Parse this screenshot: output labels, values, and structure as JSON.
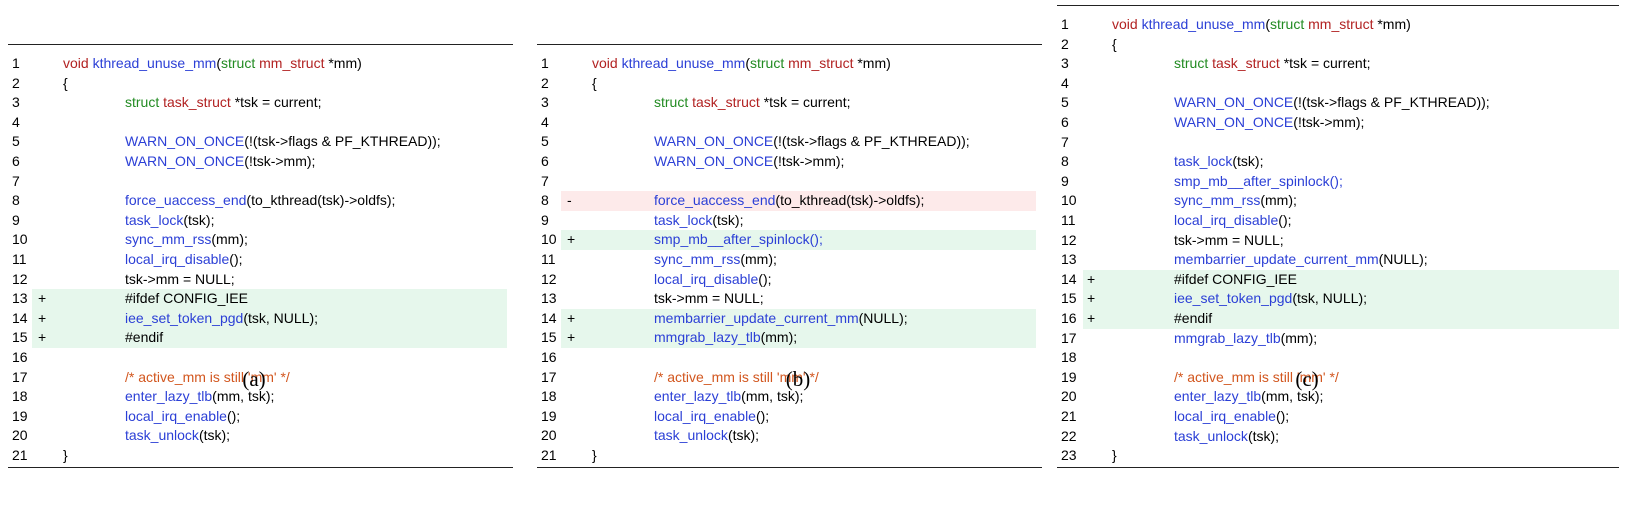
{
  "panels": [
    {
      "caption": "(a)",
      "lines": [
        {
          "n": "1",
          "m": "",
          "t": "",
          "indent": 0,
          "tokens": [
            [
              "void ",
              "kw"
            ],
            [
              "kthread_unuse_mm",
              "fn"
            ],
            [
              "(",
              "tx"
            ],
            [
              "struct ",
              "ty"
            ],
            [
              "mm_struct ",
              "kw"
            ],
            [
              "*mm)",
              "tx"
            ]
          ]
        },
        {
          "n": "2",
          "m": "",
          "t": "",
          "indent": 0,
          "tokens": [
            [
              "{",
              "tx"
            ]
          ]
        },
        {
          "n": "3",
          "m": "",
          "t": "",
          "indent": 1,
          "tokens": [
            [
              "struct ",
              "ty"
            ],
            [
              "task_struct ",
              "kw"
            ],
            [
              "*tsk = current;",
              "tx"
            ]
          ]
        },
        {
          "n": "4",
          "m": "",
          "t": "",
          "indent": 1,
          "tokens": []
        },
        {
          "n": "5",
          "m": "",
          "t": "",
          "indent": 1,
          "tokens": [
            [
              "WARN_ON_ONCE",
              "fn"
            ],
            [
              "(!(tsk->flags & PF_KTHREAD));",
              "tx"
            ]
          ]
        },
        {
          "n": "6",
          "m": "",
          "t": "",
          "indent": 1,
          "tokens": [
            [
              "WARN_ON_ONCE",
              "fn"
            ],
            [
              "(!tsk->mm);",
              "tx"
            ]
          ]
        },
        {
          "n": "7",
          "m": "",
          "t": "",
          "indent": 1,
          "tokens": []
        },
        {
          "n": "8",
          "m": "",
          "t": "",
          "indent": 1,
          "tokens": [
            [
              "force_uaccess_end",
              "fn"
            ],
            [
              "(to_kthread(tsk)->oldfs);",
              "tx"
            ]
          ]
        },
        {
          "n": "9",
          "m": "",
          "t": "",
          "indent": 1,
          "tokens": [
            [
              "task_lock",
              "fn"
            ],
            [
              "(tsk);",
              "tx"
            ]
          ]
        },
        {
          "n": "10",
          "m": "",
          "t": "",
          "indent": 1,
          "tokens": [
            [
              "sync_mm_rss",
              "fn"
            ],
            [
              "(mm);",
              "tx"
            ]
          ]
        },
        {
          "n": "11",
          "m": "",
          "t": "",
          "indent": 1,
          "tokens": [
            [
              "local_irq_disable",
              "fn"
            ],
            [
              "();",
              "tx"
            ]
          ]
        },
        {
          "n": "12",
          "m": "",
          "t": "",
          "indent": 1,
          "tokens": [
            [
              "tsk->mm = NULL;",
              "tx"
            ]
          ]
        },
        {
          "n": "13",
          "m": "+",
          "t": "add",
          "indent": 1,
          "tokens": [
            [
              "#ifdef CONFIG_IEE",
              "tx"
            ]
          ]
        },
        {
          "n": "14",
          "m": "+",
          "t": "add",
          "indent": 1,
          "tokens": [
            [
              "iee_set_token_pgd",
              "fn"
            ],
            [
              "(tsk, NULL);",
              "tx"
            ]
          ]
        },
        {
          "n": "15",
          "m": "+",
          "t": "add",
          "indent": 1,
          "tokens": [
            [
              "#endif",
              "tx"
            ]
          ]
        },
        {
          "n": "16",
          "m": "",
          "t": "",
          "indent": 1,
          "tokens": []
        },
        {
          "n": "17",
          "m": "",
          "t": "",
          "indent": 1,
          "tokens": [
            [
              "/* active_mm is still 'mm' */",
              "cm"
            ]
          ]
        },
        {
          "n": "18",
          "m": "",
          "t": "",
          "indent": 1,
          "tokens": [
            [
              "enter_lazy_tlb",
              "fn"
            ],
            [
              "(mm, tsk);",
              "tx"
            ]
          ]
        },
        {
          "n": "19",
          "m": "",
          "t": "",
          "indent": 1,
          "tokens": [
            [
              "local_irq_enable",
              "fn"
            ],
            [
              "();",
              "tx"
            ]
          ]
        },
        {
          "n": "20",
          "m": "",
          "t": "",
          "indent": 1,
          "tokens": [
            [
              "task_unlock",
              "fn"
            ],
            [
              "(tsk);",
              "tx"
            ]
          ]
        },
        {
          "n": "21",
          "m": "",
          "t": "",
          "indent": 0,
          "tokens": [
            [
              "}",
              "tx"
            ]
          ]
        }
      ]
    },
    {
      "caption": "(b)",
      "lines": [
        {
          "n": "1",
          "m": "",
          "t": "",
          "indent": 0,
          "tokens": [
            [
              "void ",
              "kw"
            ],
            [
              "kthread_unuse_mm",
              "fn"
            ],
            [
              "(",
              "tx"
            ],
            [
              "struct ",
              "ty"
            ],
            [
              "mm_struct ",
              "kw"
            ],
            [
              "*mm)",
              "tx"
            ]
          ]
        },
        {
          "n": "2",
          "m": "",
          "t": "",
          "indent": 0,
          "tokens": [
            [
              "{",
              "tx"
            ]
          ]
        },
        {
          "n": "3",
          "m": "",
          "t": "",
          "indent": 1,
          "tokens": [
            [
              "struct ",
              "ty"
            ],
            [
              "task_struct ",
              "kw"
            ],
            [
              "*tsk = current;",
              "tx"
            ]
          ]
        },
        {
          "n": "4",
          "m": "",
          "t": "",
          "indent": 1,
          "tokens": []
        },
        {
          "n": "5",
          "m": "",
          "t": "",
          "indent": 1,
          "tokens": [
            [
              "WARN_ON_ONCE",
              "fn"
            ],
            [
              "(!(tsk->flags & PF_KTHREAD));",
              "tx"
            ]
          ]
        },
        {
          "n": "6",
          "m": "",
          "t": "",
          "indent": 1,
          "tokens": [
            [
              "WARN_ON_ONCE",
              "fn"
            ],
            [
              "(!tsk->mm);",
              "tx"
            ]
          ]
        },
        {
          "n": "7",
          "m": "",
          "t": "",
          "indent": 1,
          "tokens": []
        },
        {
          "n": "8",
          "m": "-",
          "t": "del",
          "indent": 1,
          "tokens": [
            [
              "force_uaccess_end",
              "fn"
            ],
            [
              "(to_kthread(tsk)->oldfs);",
              "tx"
            ]
          ]
        },
        {
          "n": "9",
          "m": "",
          "t": "",
          "indent": 1,
          "tokens": [
            [
              "task_lock",
              "fn"
            ],
            [
              "(tsk);",
              "tx"
            ]
          ]
        },
        {
          "n": "10",
          "m": "+",
          "t": "add",
          "indent": 1,
          "tokens": [
            [
              "smp_mb__after_spinlock();",
              "fn"
            ]
          ]
        },
        {
          "n": "11",
          "m": "",
          "t": "",
          "indent": 1,
          "tokens": [
            [
              "sync_mm_rss",
              "fn"
            ],
            [
              "(mm);",
              "tx"
            ]
          ]
        },
        {
          "n": "12",
          "m": "",
          "t": "",
          "indent": 1,
          "tokens": [
            [
              "local_irq_disable",
              "fn"
            ],
            [
              "();",
              "tx"
            ]
          ]
        },
        {
          "n": "13",
          "m": "",
          "t": "",
          "indent": 1,
          "tokens": [
            [
              "tsk->mm = NULL;",
              "tx"
            ]
          ]
        },
        {
          "n": "14",
          "m": "+",
          "t": "add",
          "indent": 1,
          "tokens": [
            [
              "membarrier_update_current_mm",
              "fn"
            ],
            [
              "(NULL);",
              "tx"
            ]
          ]
        },
        {
          "n": "15",
          "m": "+",
          "t": "add",
          "indent": 1,
          "tokens": [
            [
              "mmgrab_lazy_tlb",
              "fn"
            ],
            [
              "(mm);",
              "tx"
            ]
          ]
        },
        {
          "n": "16",
          "m": "",
          "t": "",
          "indent": 1,
          "tokens": []
        },
        {
          "n": "17",
          "m": "",
          "t": "",
          "indent": 1,
          "tokens": [
            [
              "/* active_mm is still 'mm' */",
              "cm"
            ]
          ]
        },
        {
          "n": "18",
          "m": "",
          "t": "",
          "indent": 1,
          "tokens": [
            [
              "enter_lazy_tlb",
              "fn"
            ],
            [
              "(mm, tsk);",
              "tx"
            ]
          ]
        },
        {
          "n": "19",
          "m": "",
          "t": "",
          "indent": 1,
          "tokens": [
            [
              "local_irq_enable",
              "fn"
            ],
            [
              "();",
              "tx"
            ]
          ]
        },
        {
          "n": "20",
          "m": "",
          "t": "",
          "indent": 1,
          "tokens": [
            [
              "task_unlock",
              "fn"
            ],
            [
              "(tsk);",
              "tx"
            ]
          ]
        },
        {
          "n": "21",
          "m": "",
          "t": "",
          "indent": 0,
          "tokens": [
            [
              "}",
              "tx"
            ]
          ]
        }
      ]
    },
    {
      "caption": "(c)",
      "lines": [
        {
          "n": "1",
          "m": "",
          "t": "",
          "indent": 0,
          "tokens": [
            [
              "void ",
              "kw"
            ],
            [
              "kthread_unuse_mm",
              "fn"
            ],
            [
              "(",
              "tx"
            ],
            [
              "struct ",
              "ty"
            ],
            [
              "mm_struct ",
              "kw"
            ],
            [
              "*mm)",
              "tx"
            ]
          ]
        },
        {
          "n": "2",
          "m": "",
          "t": "",
          "indent": 0,
          "tokens": [
            [
              "{",
              "tx"
            ]
          ]
        },
        {
          "n": "3",
          "m": "",
          "t": "",
          "indent": 1,
          "tokens": [
            [
              "struct ",
              "ty"
            ],
            [
              "task_struct ",
              "kw"
            ],
            [
              "*tsk = current;",
              "tx"
            ]
          ]
        },
        {
          "n": "4",
          "m": "",
          "t": "",
          "indent": 1,
          "tokens": []
        },
        {
          "n": "5",
          "m": "",
          "t": "",
          "indent": 1,
          "tokens": [
            [
              "WARN_ON_ONCE",
              "fn"
            ],
            [
              "(!(tsk->flags & PF_KTHREAD));",
              "tx"
            ]
          ]
        },
        {
          "n": "6",
          "m": "",
          "t": "",
          "indent": 1,
          "tokens": [
            [
              "WARN_ON_ONCE",
              "fn"
            ],
            [
              "(!tsk->mm);",
              "tx"
            ]
          ]
        },
        {
          "n": "7",
          "m": "",
          "t": "",
          "indent": 1,
          "tokens": []
        },
        {
          "n": "8",
          "m": "",
          "t": "",
          "indent": 1,
          "tokens": [
            [
              "task_lock",
              "fn"
            ],
            [
              "(tsk);",
              "tx"
            ]
          ]
        },
        {
          "n": "9",
          "m": "",
          "t": "",
          "indent": 1,
          "tokens": [
            [
              "smp_mb__after_spinlock();",
              "fn"
            ]
          ]
        },
        {
          "n": "10",
          "m": "",
          "t": "",
          "indent": 1,
          "tokens": [
            [
              "sync_mm_rss",
              "fn"
            ],
            [
              "(mm);",
              "tx"
            ]
          ]
        },
        {
          "n": "11",
          "m": "",
          "t": "",
          "indent": 1,
          "tokens": [
            [
              "local_irq_disable",
              "fn"
            ],
            [
              "();",
              "tx"
            ]
          ]
        },
        {
          "n": "12",
          "m": "",
          "t": "",
          "indent": 1,
          "tokens": [
            [
              "tsk->mm = NULL;",
              "tx"
            ]
          ]
        },
        {
          "n": "13",
          "m": "",
          "t": "",
          "indent": 1,
          "tokens": [
            [
              "membarrier_update_current_mm",
              "fn"
            ],
            [
              "(NULL);",
              "tx"
            ]
          ]
        },
        {
          "n": "14",
          "m": "+",
          "t": "add",
          "indent": 1,
          "tokens": [
            [
              "#ifdef CONFIG_IEE",
              "tx"
            ]
          ]
        },
        {
          "n": "15",
          "m": "+",
          "t": "add",
          "indent": 1,
          "tokens": [
            [
              "iee_set_token_pgd",
              "fn"
            ],
            [
              "(tsk, NULL);",
              "tx"
            ]
          ]
        },
        {
          "n": "16",
          "m": "+",
          "t": "add",
          "indent": 1,
          "tokens": [
            [
              "#endif",
              "tx"
            ]
          ]
        },
        {
          "n": "17",
          "m": "",
          "t": "",
          "indent": 1,
          "tokens": [
            [
              "mmgrab_lazy_tlb",
              "fn"
            ],
            [
              "(mm);",
              "tx"
            ]
          ]
        },
        {
          "n": "18",
          "m": "",
          "t": "",
          "indent": 1,
          "tokens": []
        },
        {
          "n": "19",
          "m": "",
          "t": "",
          "indent": 1,
          "tokens": [
            [
              "/* active_mm is still 'mm' */",
              "cm"
            ]
          ]
        },
        {
          "n": "20",
          "m": "",
          "t": "",
          "indent": 1,
          "tokens": [
            [
              "enter_lazy_tlb",
              "fn"
            ],
            [
              "(mm, tsk);",
              "tx"
            ]
          ]
        },
        {
          "n": "21",
          "m": "",
          "t": "",
          "indent": 1,
          "tokens": [
            [
              "local_irq_enable",
              "fn"
            ],
            [
              "();",
              "tx"
            ]
          ]
        },
        {
          "n": "22",
          "m": "",
          "t": "",
          "indent": 1,
          "tokens": [
            [
              "task_unlock",
              "fn"
            ],
            [
              "(tsk);",
              "tx"
            ]
          ]
        },
        {
          "n": "23",
          "m": "",
          "t": "",
          "indent": 0,
          "tokens": [
            [
              "}",
              "tx"
            ]
          ]
        }
      ]
    }
  ],
  "colors": {
    "keyword": "#b22222",
    "type": "#228b22",
    "function": "#2b3fd6",
    "comment": "#d2561e",
    "added_bg": "#e6f7ec",
    "removed_bg": "#fdeaea"
  }
}
